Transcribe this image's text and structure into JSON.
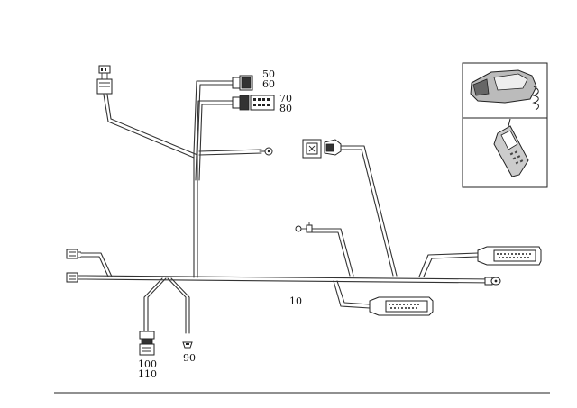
{
  "callouts": {
    "c50": "50",
    "c60": "60",
    "c70": "70",
    "c80": "80",
    "c10": "10",
    "c90": "90",
    "c100": "100",
    "c110": "110"
  }
}
